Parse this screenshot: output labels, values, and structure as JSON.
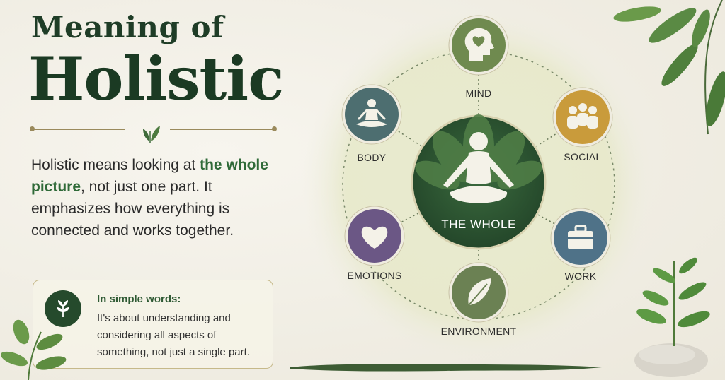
{
  "title": {
    "line1": "Meaning of",
    "line2": "Holistic"
  },
  "intro": {
    "part1": "Holistic means looking at ",
    "highlight": "the whole picture",
    "part2": ", not just one part. It emphasizes how everything is connected and works together."
  },
  "simple_words": {
    "heading": "In simple words:",
    "text": "It's about understanding and considering all aspects of something, not just a single part.",
    "icon": "sprout-icon"
  },
  "diagram": {
    "center": {
      "label": "THE WHOLE",
      "icon": "meditating-person-icon",
      "color": "#2d5632"
    },
    "nodes": [
      {
        "id": "mind",
        "label": "MIND",
        "icon": "head-heart-icon",
        "color": "#6f8a4f"
      },
      {
        "id": "social",
        "label": "SOCIAL",
        "icon": "group-people-icon",
        "color": "#c99b3b"
      },
      {
        "id": "work",
        "label": "WORK",
        "icon": "briefcase-icon",
        "color": "#4f7288"
      },
      {
        "id": "environment",
        "label": "ENVIRONMENT",
        "icon": "leaf-icon",
        "color": "#6b8153"
      },
      {
        "id": "emotions",
        "label": "EMOTIONS",
        "icon": "heart-icon",
        "color": "#6b5785"
      },
      {
        "id": "body",
        "label": "BODY",
        "icon": "yoga-person-icon",
        "color": "#4d6e70"
      }
    ]
  },
  "colors": {
    "primary": "#1b3a23",
    "accent": "#2f6a38",
    "gold": "#9a8a5c"
  }
}
